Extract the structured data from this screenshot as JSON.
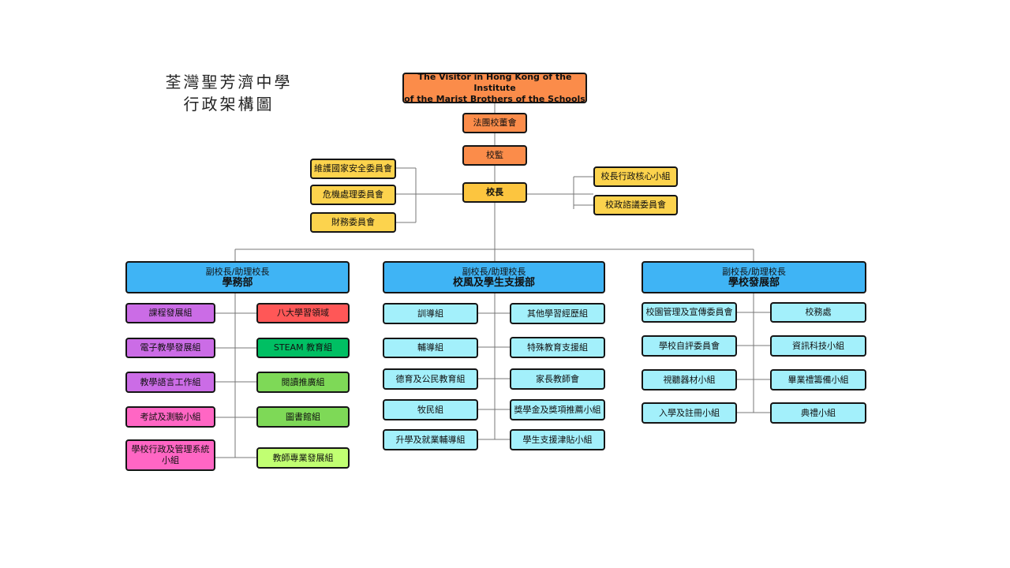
{
  "title": {
    "line1": "荃灣聖芳濟中學",
    "line2": "行政架構圖"
  },
  "top": {
    "visitor_line1": "The Visitor in Hong Kong of the Institute",
    "visitor_line2": "of the Marist Brothers of the Schools",
    "board": "法團校董會",
    "supervisor": "校監",
    "principal": "校長"
  },
  "left_committees": [
    "維護國家安全委員會",
    "危機處理委員會",
    "財務委員會"
  ],
  "right_committees": [
    "校長行政核心小組",
    "校政諮議委員會"
  ],
  "departments": [
    {
      "sub": "副校長/助理校長",
      "name": "學務部",
      "left": [
        "課程發展組",
        "電子教學發展組",
        "教學語言工作組",
        "考試及測驗小組",
        "學校行政及管理系統小組"
      ],
      "right": [
        "八大學習領域",
        "STEAM 教育組",
        "閱讀推廣組",
        "圖書館組",
        "教師專業發展組"
      ]
    },
    {
      "sub": "副校長/助理校長",
      "name": "校風及學生支援部",
      "left": [
        "訓導組",
        "輔導組",
        "德育及公民教育組",
        "牧民組",
        "升學及就業輔導組"
      ],
      "right": [
        "其他學習經歷組",
        "特殊教育支援組",
        "家長教師會",
        "獎學金及獎項推薦小組",
        "學生支援津貼小組"
      ]
    },
    {
      "sub": "副校長/助理校長",
      "name": "學校發展部",
      "left": [
        "校園管理及宣傳委員會",
        "學校自評委員會",
        "視聽器材小組",
        "入學及註冊小組"
      ],
      "right": [
        "校務處",
        "資訊科技小組",
        "畢業禮籌備小組",
        "典禮小組"
      ]
    }
  ]
}
